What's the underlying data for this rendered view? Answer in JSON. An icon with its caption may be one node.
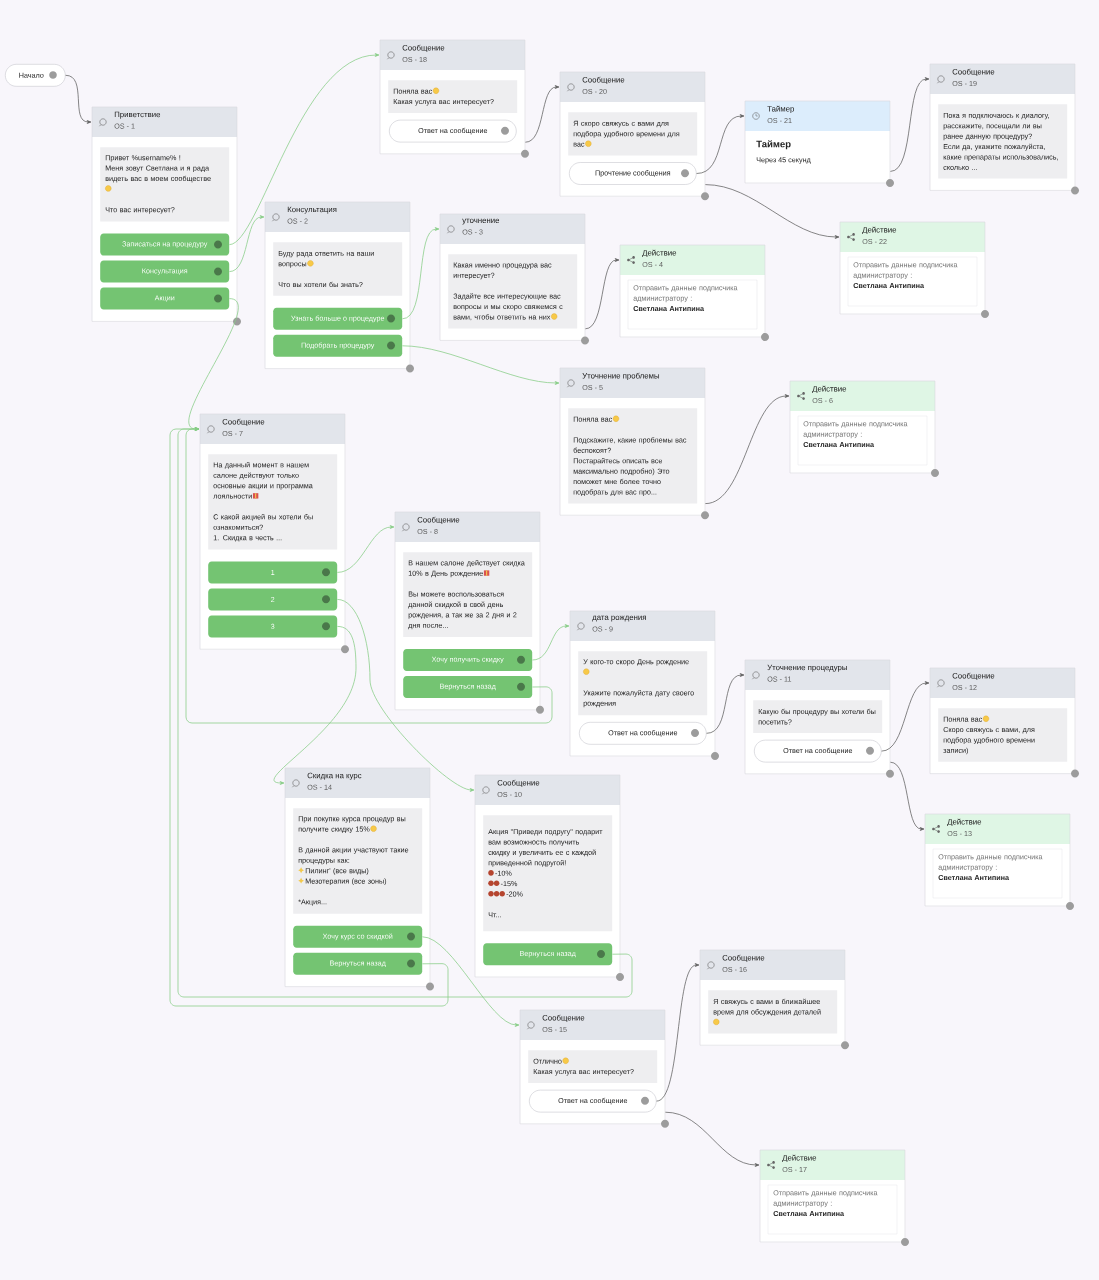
{
  "diagram": {
    "nodes": [
      {
        "text": [
          "Начало"
        ]
      },
      {
        "text": [
          "Приветствие",
          "OS - 1"
        ]
      },
      {
        "text": [
          "Привет %username% !",
          "Меня зовут Светлана и я рада видеть вас в моем сообществе",
          "Что вас интересует?"
        ],
        "in": 1
      },
      {
        "text": [
          "Записаться на процедуру"
        ],
        "in": 1
      },
      {
        "text": [
          "Консультация"
        ],
        "in": 1
      },
      {
        "text": [
          "Акции"
        ],
        "in": 1
      },
      {
        "text": [
          "Сообщение",
          "OS - 18"
        ]
      },
      {
        "text": [
          "Поняла вас",
          "Какая услуга вас интересует?"
        ],
        "in": 6
      },
      {
        "text": [
          "Ответ на сообщение"
        ],
        "in": 6
      },
      {
        "text": [
          "Сообщение",
          "OS - 20"
        ]
      },
      {
        "text": [
          "Я скоро свяжусь с вами для подбора удобного времени для вас"
        ],
        "in": 9
      },
      {
        "text": [
          "Прочтение сообщения"
        ],
        "in": 9
      },
      {
        "text": [
          "Таймер",
          "OS - 21",
          "Таймер",
          "Через 45 секунд"
        ]
      },
      {
        "text": [
          "Сообщение",
          "OS - 19"
        ]
      },
      {
        "text": [
          "Пока я подключаюсь к диалогу, расскажите, посещали ли вы ранее данную процедуру?",
          "Если да, укажите пожалуйста, какие препараты использовались, сколько ..."
        ],
        "in": 13
      },
      {
        "text": [
          "Действие",
          "OS - 22",
          "Отправить данные подписчика администратору :",
          "Светлана Антипина"
        ]
      },
      {
        "text": [
          "Консультация",
          "OS - 2"
        ]
      },
      {
        "text": [
          "Буду рада ответить на ваши вопросы",
          "Что вы хотели бы знать?"
        ],
        "in": 16
      },
      {
        "text": [
          "Узнать больше о процедуре"
        ],
        "in": 16
      },
      {
        "text": [
          "Подобрать процедуру"
        ],
        "in": 16
      },
      {
        "text": [
          "уточнение",
          "OS - 3"
        ]
      },
      {
        "text": [
          "Какая именно процедура вас интересует?",
          "Задайте все интересующие вас вопросы и мы скоро свяжемся с вами, чтобы ответить на них"
        ],
        "in": 20
      },
      {
        "text": [
          "Действие",
          "OS - 4",
          "Отправить данные подписчика администратору :",
          "Светлана Антипина"
        ]
      },
      {
        "text": [
          "Уточнение проблемы",
          "OS - 5"
        ]
      },
      {
        "text": [
          "Поняла вас",
          "Подскажите, какие проблемы вас беспокоят?",
          "Постарайтесь описать все максимально подробно) Это поможет мне более точно подобрать для вас про..."
        ],
        "in": 23
      },
      {
        "text": [
          "Действие",
          "OS - 6",
          "Отправить данные подписчика администратору :",
          "Светлана Антипина"
        ]
      },
      {
        "text": [
          "Сообщение",
          "OS - 7"
        ]
      },
      {
        "text": [
          "На данный момент в нашем салоне действуют только основные акции и программа лояльности",
          "С какой акцией вы хотели бы ознакомиться?",
          "1. Скидка в честь ..."
        ],
        "in": 26
      },
      {
        "text": [
          "1"
        ],
        "in": 26
      },
      {
        "text": [
          "2"
        ],
        "in": 26
      },
      {
        "text": [
          "3"
        ],
        "in": 26
      },
      {
        "text": [
          "Сообщение",
          "OS - 8"
        ]
      },
      {
        "text": [
          "В нашем салоне действует скидка 10% в День рождение",
          "Вы можете воспользоваться данной скидкой в свой день рождения, а так же за 2 дня и 2 дня после..."
        ],
        "in": 31
      },
      {
        "text": [
          "Хочу получить скидку"
        ],
        "in": 31
      },
      {
        "text": [
          "Вернуться назад"
        ],
        "in": 31
      },
      {
        "text": [
          "дата рождения",
          "OS - 9"
        ]
      },
      {
        "text": [
          "У кого-то скоро День рождение",
          "Укажите пожалуйста дату своего рождения"
        ],
        "in": 35
      },
      {
        "text": [
          "Ответ на сообщение"
        ],
        "in": 35
      },
      {
        "text": [
          "Уточнение процедуры",
          "OS - 11"
        ]
      },
      {
        "text": [
          "Какую бы процедуру вы хотели бы посетить?"
        ],
        "in": 38
      },
      {
        "text": [
          "Ответ на сообщение"
        ],
        "in": 38
      },
      {
        "text": [
          "Сообщение",
          "OS - 12"
        ]
      },
      {
        "text": [
          "Поняла вас",
          "Скоро свяжусь с вами, для подбора удобного времени записи)"
        ],
        "in": 41
      },
      {
        "text": [
          "Действие",
          "OS - 13",
          "Отправить данные подписчика администратору :",
          "Светлана Антипина"
        ]
      },
      {
        "text": [
          "Сообщение",
          "OS - 10"
        ]
      },
      {
        "text": [
          "Акция \"Приведи подругу\" подарит вам возможность получить скидку и увеличить ее с каждой приведенной подругой!",
          "-10%",
          "-15%",
          "-20%",
          "Чт..."
        ],
        "in": 44
      },
      {
        "text": [
          "Вернуться назад"
        ],
        "in": 44
      },
      {
        "text": [
          "Скидка на курс",
          "OS - 14"
        ]
      },
      {
        "text": [
          "При покупке курса процедур вы получите скидку 15%",
          "В данной акции участвуют такие процедуры как:",
          "Пилинг' (все виды)",
          "Мезотерапия (все зоны)",
          "*Акция..."
        ],
        "in": 47
      },
      {
        "text": [
          "Хочу курс со скидкой"
        ],
        "in": 47
      },
      {
        "text": [
          "Вернуться назад"
        ],
        "in": 47
      },
      {
        "text": [
          "Сообщение",
          "OS - 15"
        ]
      },
      {
        "text": [
          "Отлично",
          "Какая услуга вас интересует?"
        ],
        "in": 51
      },
      {
        "text": [
          "Ответ на сообщение"
        ],
        "in": 51
      },
      {
        "text": [
          "Сообщение",
          "OS - 16"
        ]
      },
      {
        "text": [
          "Я свяжусь с вами в ближайшее время для обсуждения деталей"
        ],
        "in": 54
      },
      {
        "text": [
          "Действие",
          "OS - 17",
          "Отправить данные подписчика администратору :",
          "Светлана Антипина"
        ]
      }
    ],
    "edges": [
      {
        "from": 0,
        "to": 1,
        "arrow": "to",
        "color": "#5e5e5e"
      },
      {
        "from": 3,
        "to": 6,
        "arrow": "to"
      },
      {
        "from": 4,
        "to": 16,
        "arrow": "to"
      },
      {
        "from": 5,
        "to": 26,
        "arrow": "to"
      },
      {
        "from": 6,
        "to": 9,
        "arrow": "to",
        "color": "#5e5e5e"
      },
      {
        "from": 11,
        "to": 12,
        "arrow": "to",
        "color": "#5e5e5e"
      },
      {
        "from": 9,
        "to": 15,
        "arrow": "to",
        "color": "#5e5e5e"
      },
      {
        "from": 12,
        "to": 13,
        "arrow": "to",
        "color": "#5e5e5e"
      },
      {
        "from": 18,
        "to": 20,
        "arrow": "to"
      },
      {
        "from": 19,
        "to": 23,
        "arrow": "to"
      },
      {
        "from": 20,
        "to": 22,
        "arrow": "to",
        "color": "#5e5e5e"
      },
      {
        "from": 23,
        "to": 25,
        "arrow": "to",
        "color": "#5e5e5e"
      },
      {
        "from": 28,
        "to": 31,
        "arrow": "to"
      },
      {
        "from": 29,
        "to": 44,
        "arrow": "to"
      },
      {
        "from": 30,
        "to": 47,
        "arrow": "to"
      },
      {
        "from": 33,
        "to": 35,
        "arrow": "to"
      },
      {
        "from": 34,
        "to": 26,
        "arrow": "to"
      },
      {
        "from": 37,
        "to": 38,
        "arrow": "to",
        "color": "#5e5e5e"
      },
      {
        "from": 40,
        "to": 41,
        "arrow": "to",
        "color": "#5e5e5e"
      },
      {
        "from": 38,
        "to": 43,
        "arrow": "to",
        "color": "#5e5e5e"
      },
      {
        "from": 46,
        "to": 26,
        "arrow": "to"
      },
      {
        "from": 49,
        "to": 51,
        "arrow": "to"
      },
      {
        "from": 50,
        "to": 26,
        "arrow": "to"
      },
      {
        "from": 53,
        "to": 54,
        "arrow": "to",
        "color": "#5e5e5e"
      },
      {
        "from": 51,
        "to": 56,
        "arrow": "to",
        "color": "#5e5e5e"
      }
    ]
  }
}
